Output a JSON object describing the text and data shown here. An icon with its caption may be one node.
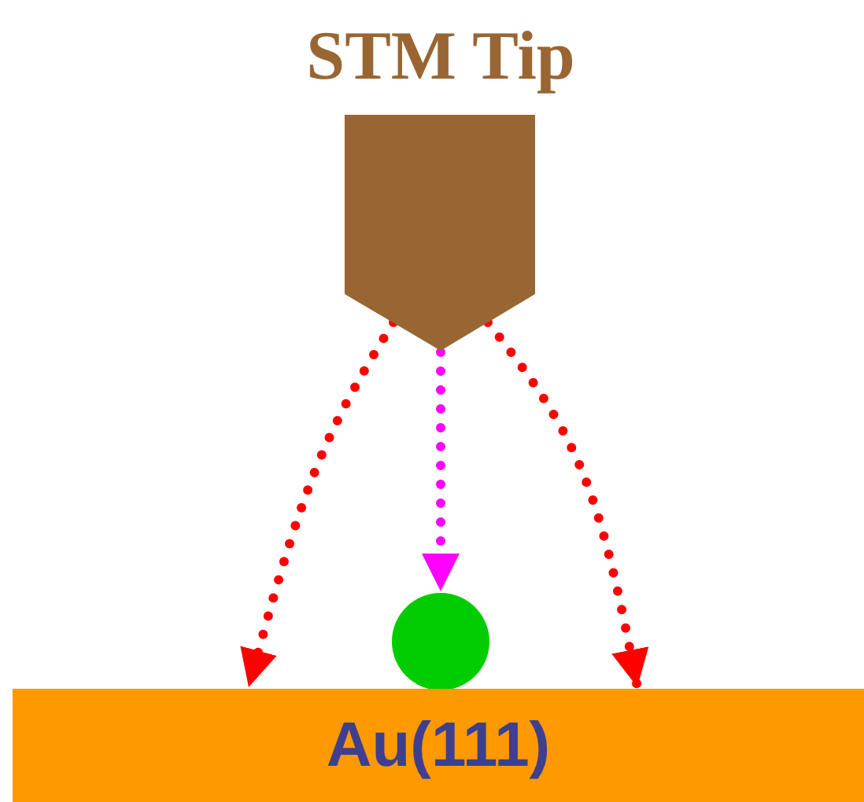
{
  "diagram": {
    "nodes": [
      {
        "text": [
          "STM Tip"
        ]
      },
      {
        "text": [],
        "shape": "circle"
      },
      {
        "text": [
          "Au(111)"
        ]
      }
    ],
    "edges": [
      {
        "from": 0,
        "to": 2,
        "arrow": "to"
      },
      {
        "from": 0,
        "to": 1,
        "arrow": "to",
        "color": "#ff00ff"
      },
      {
        "from": 0,
        "to": 2,
        "arrow": "to"
      }
    ]
  }
}
